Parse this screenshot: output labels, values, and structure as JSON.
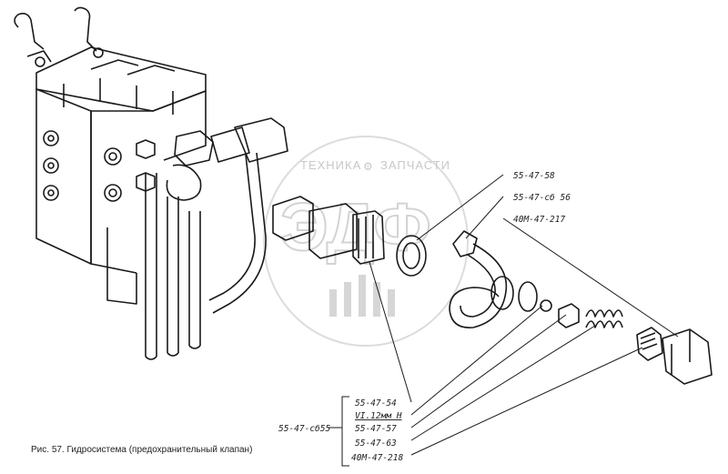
{
  "watermark": {
    "text_left": "ТЕХНИКА",
    "text_right": "ЗАПЧАСТИ",
    "logo": "ЭДФ"
  },
  "callouts_top": [
    {
      "id": "c1",
      "label": "55-47-58"
    },
    {
      "id": "c2",
      "label": "55-47-сб 56"
    },
    {
      "id": "c3",
      "label": "40М-47-217"
    }
  ],
  "group_label": "55-47-сб55",
  "callouts_bottom": [
    {
      "id": "b1",
      "label": "55-47-54"
    },
    {
      "id": "b2",
      "label": "VI.12мм Н"
    },
    {
      "id": "b3",
      "label": "55-47-57"
    },
    {
      "id": "b4",
      "label": "55-47-63"
    },
    {
      "id": "b5",
      "label": "40М-47-218"
    }
  ],
  "caption": "Рис. 57. Гидросистема (предохранительный клапан)"
}
